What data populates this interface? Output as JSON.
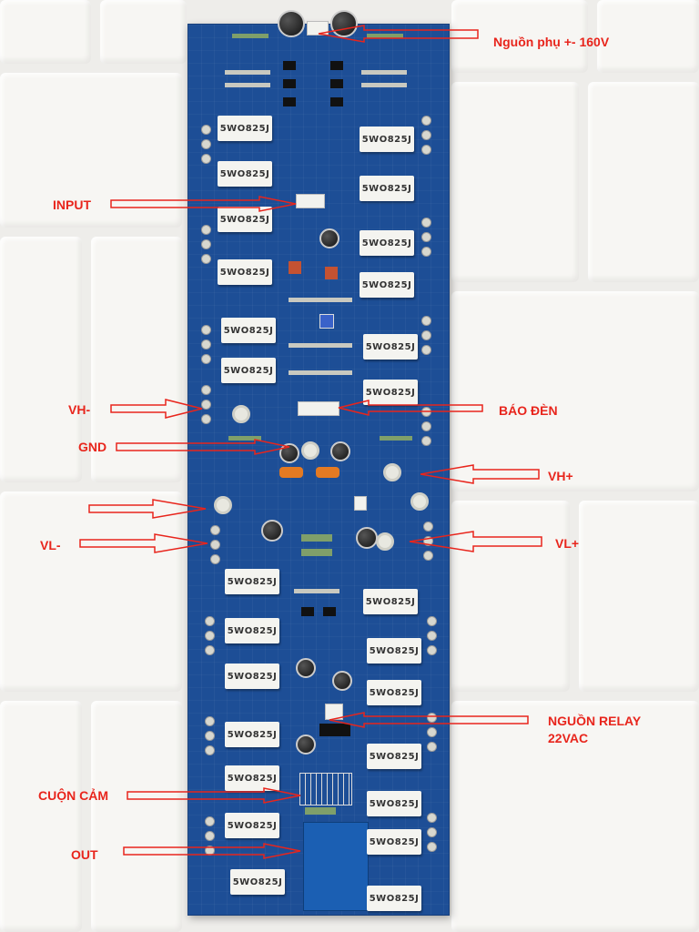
{
  "resistor_marking": "5WO825J",
  "labels": {
    "aux_power": "Nguồn phụ +- 160V",
    "input": "INPUT",
    "vh_minus": "VH-",
    "bao_den": "BÁO ĐÈN",
    "gnd": "GND",
    "vh_plus": "VH+",
    "vl_minus": "VL-",
    "vl_plus": "VL+",
    "relay_power": "NGUỒN RELAY",
    "relay_voltage": "22VAC",
    "inductor": "CUỘN CẢM",
    "out": "OUT"
  },
  "colors": {
    "label_red": "#e8251c",
    "board_blue": "#1d4e96",
    "resistor_white": "#f4f4f0",
    "capacitor_orange": "#e47a22"
  }
}
